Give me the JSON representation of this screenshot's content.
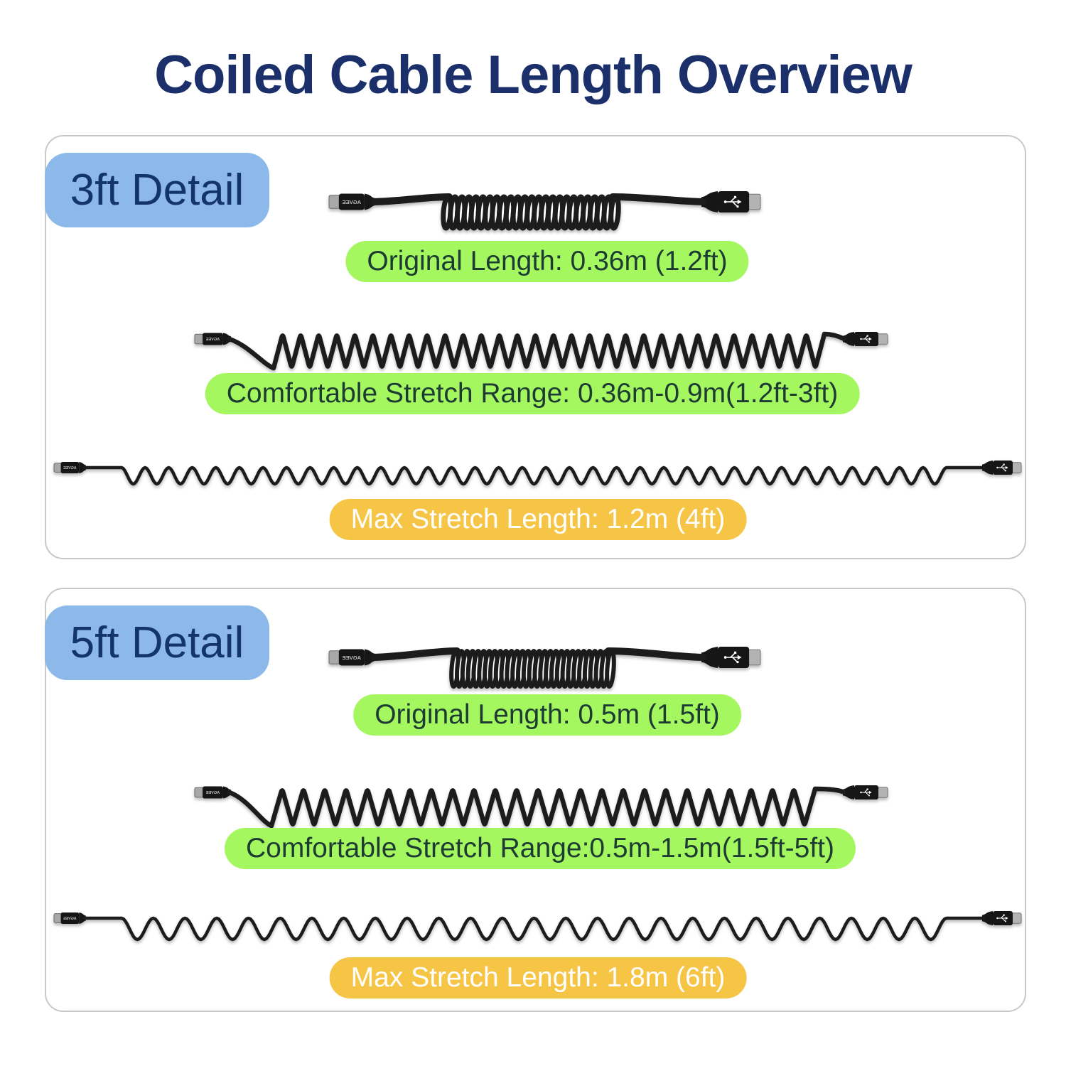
{
  "title": "Coiled Cable Length Overview",
  "brand": "AGVEE",
  "panels": [
    {
      "label": "3ft Detail",
      "original": "Original Length: 0.36m (1.2ft)",
      "comfortable": "Comfortable Stretch Range: 0.36m-0.9m(1.2ft-3ft)",
      "max": "Max Stretch Length: 1.2m (4ft)"
    },
    {
      "label": "5ft Detail",
      "original": "Original Length: 0.5m (1.5ft)",
      "comfortable": "Comfortable Stretch Range:0.5m-1.5m(1.5ft-5ft)",
      "max": "Max Stretch Length: 1.8m (6ft)"
    }
  ],
  "colors": {
    "title": "#1b2f6b",
    "panel_border": "#c8c8c8",
    "badge_bg": "#8cb9e9",
    "badge_text": "#14356b",
    "green_bg": "#a4f75f",
    "green_text": "#1d3b33",
    "yellow_bg": "#f6c546",
    "yellow_text": "#ffffff",
    "cable": "#1a1a1a"
  }
}
